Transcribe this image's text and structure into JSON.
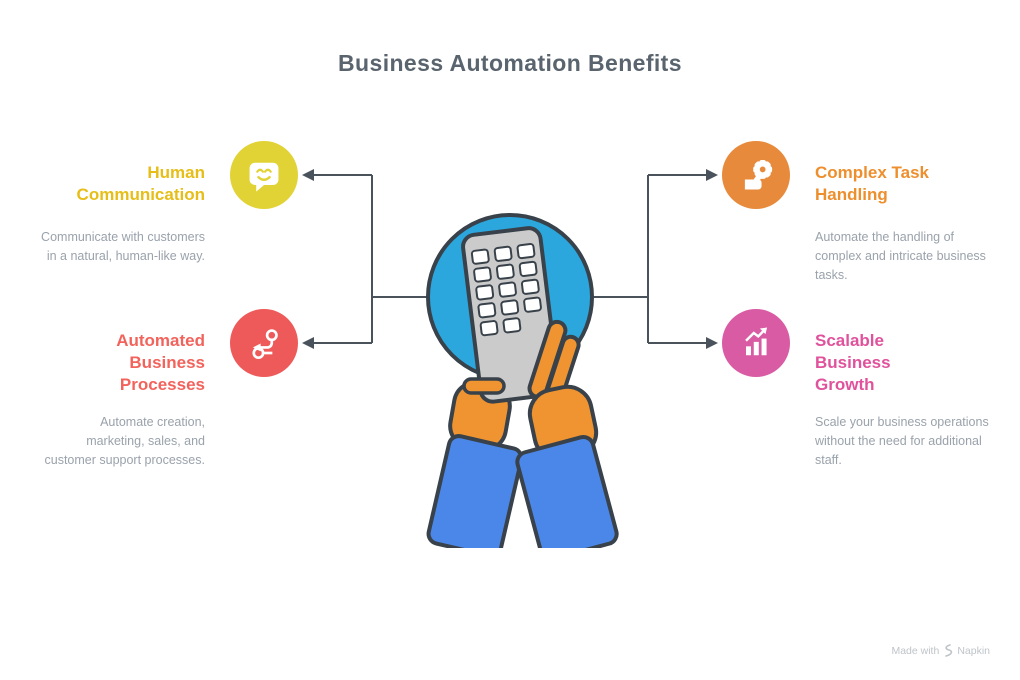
{
  "title": "Business Automation Benefits",
  "nodes": [
    {
      "id": "human-communication",
      "heading": "Human Communication",
      "description": "Communicate with customers in a natural, human-like way.",
      "heading_color": "#e6be17",
      "circle_color": "#e1d335",
      "icon": "chat-smiley-icon",
      "position": "top-left"
    },
    {
      "id": "automated-business-processes",
      "heading": "Automated Business Processes",
      "description": "Automate creation, marketing, sales, and customer support processes.",
      "heading_color": "#f2635c",
      "circle_color": "#ee5a5a",
      "icon": "workflow-branch-icon",
      "position": "bottom-left"
    },
    {
      "id": "complex-task-handling",
      "heading": "Complex Task Handling",
      "description": "Automate the handling of complex and intricate business tasks.",
      "heading_color": "#ee8f2e",
      "circle_color": "#e78a3b",
      "icon": "gear-and-hand-icon",
      "position": "top-right"
    },
    {
      "id": "scalable-business-growth",
      "heading": "Scalable Business Growth",
      "description": "Scale your business operations without the need for additional staff.",
      "heading_color": "#e0529c",
      "circle_color": "#d95ba4",
      "icon": "growth-chart-icon",
      "position": "bottom-right"
    }
  ],
  "center": {
    "illustration": "hands-holding-device",
    "circle_color": "#2ba7de",
    "hand_color": "#ef9430",
    "sleeve_color": "#4b87e8",
    "device_color": "#cbcbcb"
  },
  "colors": {
    "title": "#5a646e",
    "description_text": "#9aa2ab",
    "connector_line": "#4a535b",
    "outline": "#39424a"
  },
  "watermark": {
    "prefix": "Made with",
    "brand": "Napkin"
  }
}
